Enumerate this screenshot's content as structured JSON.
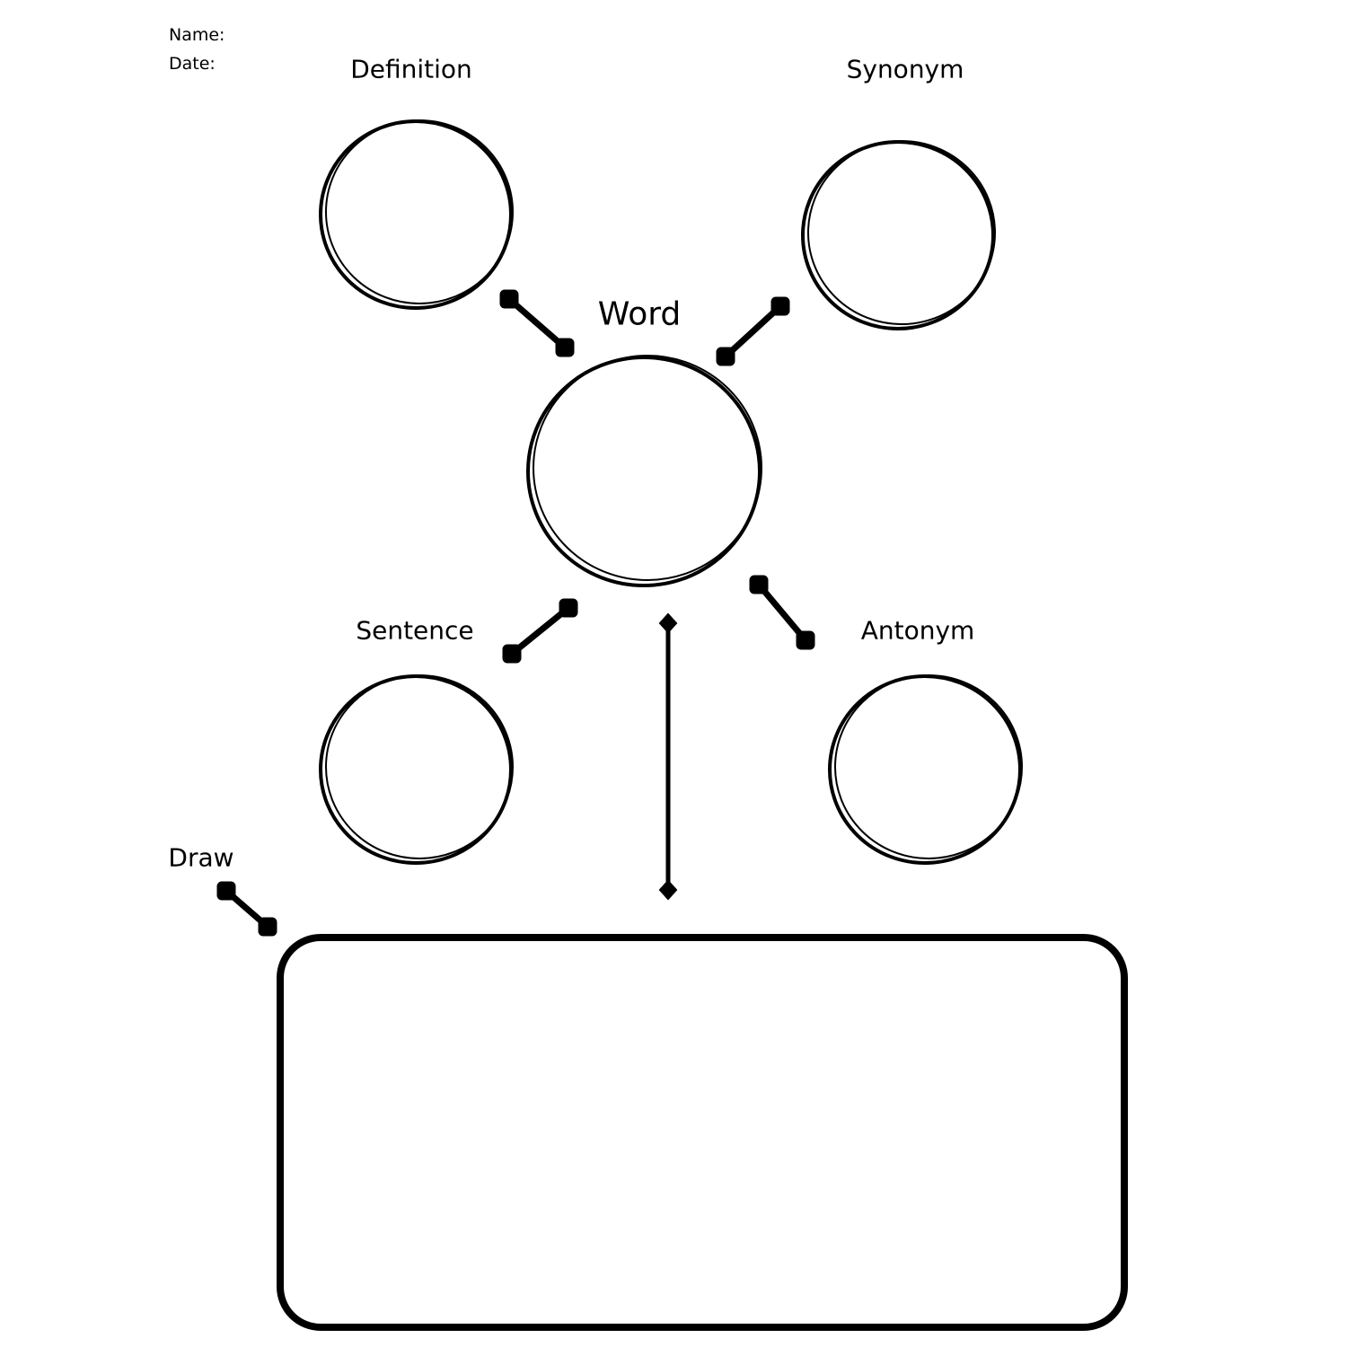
{
  "header": {
    "name_label": "Name:",
    "date_label": "Date:"
  },
  "labels": {
    "definition": "Definition",
    "synonym": "Synonym",
    "word": "Word",
    "sentence": "Sentence",
    "antonym": "Antonym",
    "draw": "Draw"
  },
  "colors": {
    "ink": "#000000",
    "paper": "#ffffff"
  }
}
